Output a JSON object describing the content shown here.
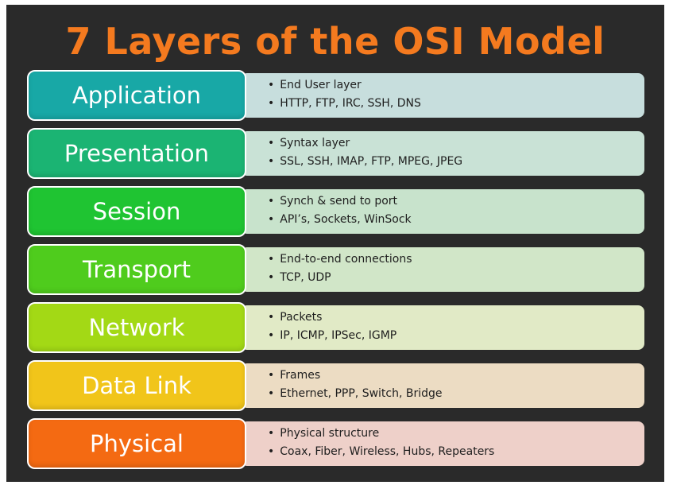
{
  "title": "7 Layers of the OSI Model",
  "layers": [
    {
      "name": "Application",
      "color": "#18a8a6",
      "desc_color": "#c7dedd",
      "bullets": [
        "End User layer",
        "HTTP, FTP, IRC, SSH, DNS"
      ]
    },
    {
      "name": "Presentation",
      "color": "#1bb473",
      "desc_color": "#c9e2d6",
      "bullets": [
        "Syntax layer",
        "SSL, SSH, IMAP, FTP, MPEG, JPEG"
      ]
    },
    {
      "name": "Session",
      "color": "#1fc432",
      "desc_color": "#c8e3cc",
      "bullets": [
        "Synch & send to port",
        "API’s, Sockets, WinSock"
      ]
    },
    {
      "name": "Transport",
      "color": "#4fcc1d",
      "desc_color": "#d1e6c8",
      "bullets": [
        "End-to-end connections",
        "TCP, UDP"
      ]
    },
    {
      "name": "Network",
      "color": "#a3d915",
      "desc_color": "#e1eac6",
      "bullets": [
        "Packets",
        "IP, ICMP, IPSec, IGMP"
      ]
    },
    {
      "name": "Data Link",
      "color": "#f1c51a",
      "desc_color": "#ecdcc3",
      "bullets": [
        "Frames",
        "Ethernet, PPP, Switch, Bridge"
      ]
    },
    {
      "name": "Physical",
      "color": "#f46a12",
      "desc_color": "#eed0c9",
      "bullets": [
        "Physical structure",
        "Coax, Fiber, Wireless, Hubs, Repeaters"
      ]
    }
  ]
}
